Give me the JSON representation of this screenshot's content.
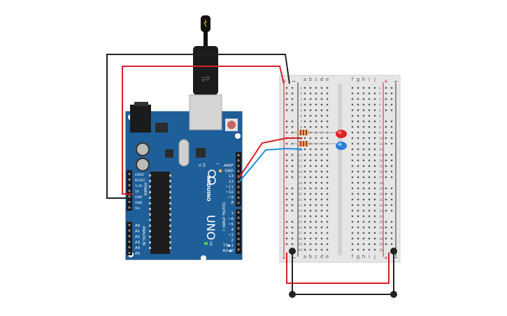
{
  "arduino": {
    "model_text": "UNO",
    "brand_text": "ARDUINO",
    "power_header_title": "POWER",
    "analog_header_title": "ANALOG IN",
    "digital_header_title": "DIGITAL (PWM~)",
    "on_label": "ON",
    "tx_label": "TX",
    "rx_label": "RX",
    "l_label": "L",
    "power_pins": [
      "IOREF",
      "RESET",
      "3.3V",
      "5V",
      "GND",
      "GND",
      "Vin"
    ],
    "analog_pins": [
      "A0",
      "A1",
      "A2",
      "A3",
      "A4",
      "A5"
    ],
    "digital_top_pins": [
      "AREF",
      "GND",
      "13",
      "12",
      "~11",
      "~10",
      "~9",
      "8"
    ],
    "digital_bottom_pins": [
      "7",
      "~6",
      "~5",
      "4",
      "~3",
      "2",
      "TX▶1",
      "RX◀0"
    ]
  },
  "breadboard": {
    "columns_left": [
      "a",
      "b",
      "c",
      "d",
      "e"
    ],
    "columns_right": [
      "f",
      "g",
      "h",
      "i",
      "j"
    ],
    "plus_sign": "+",
    "minus_sign": "−",
    "row_numbers": [
      "1",
      "2",
      "3",
      "4",
      "5",
      "6",
      "7",
      "8",
      "9",
      "10",
      "11",
      "12",
      "13",
      "14",
      "15",
      "16",
      "17",
      "18",
      "19",
      "20",
      "21",
      "22",
      "23",
      "24",
      "25",
      "26",
      "27",
      "28",
      "29",
      "30"
    ]
  },
  "components": {
    "led_top_color": "red",
    "led_bottom_color": "blue"
  },
  "colors": {
    "board_blue": "#1f5f99",
    "wire_red": "#d81f26",
    "wire_blue": "#1e90d6",
    "wire_black": "#222222",
    "breadboard": "#e8e8e8",
    "led_red": "#e02020",
    "led_blue": "#2a7fd8"
  }
}
